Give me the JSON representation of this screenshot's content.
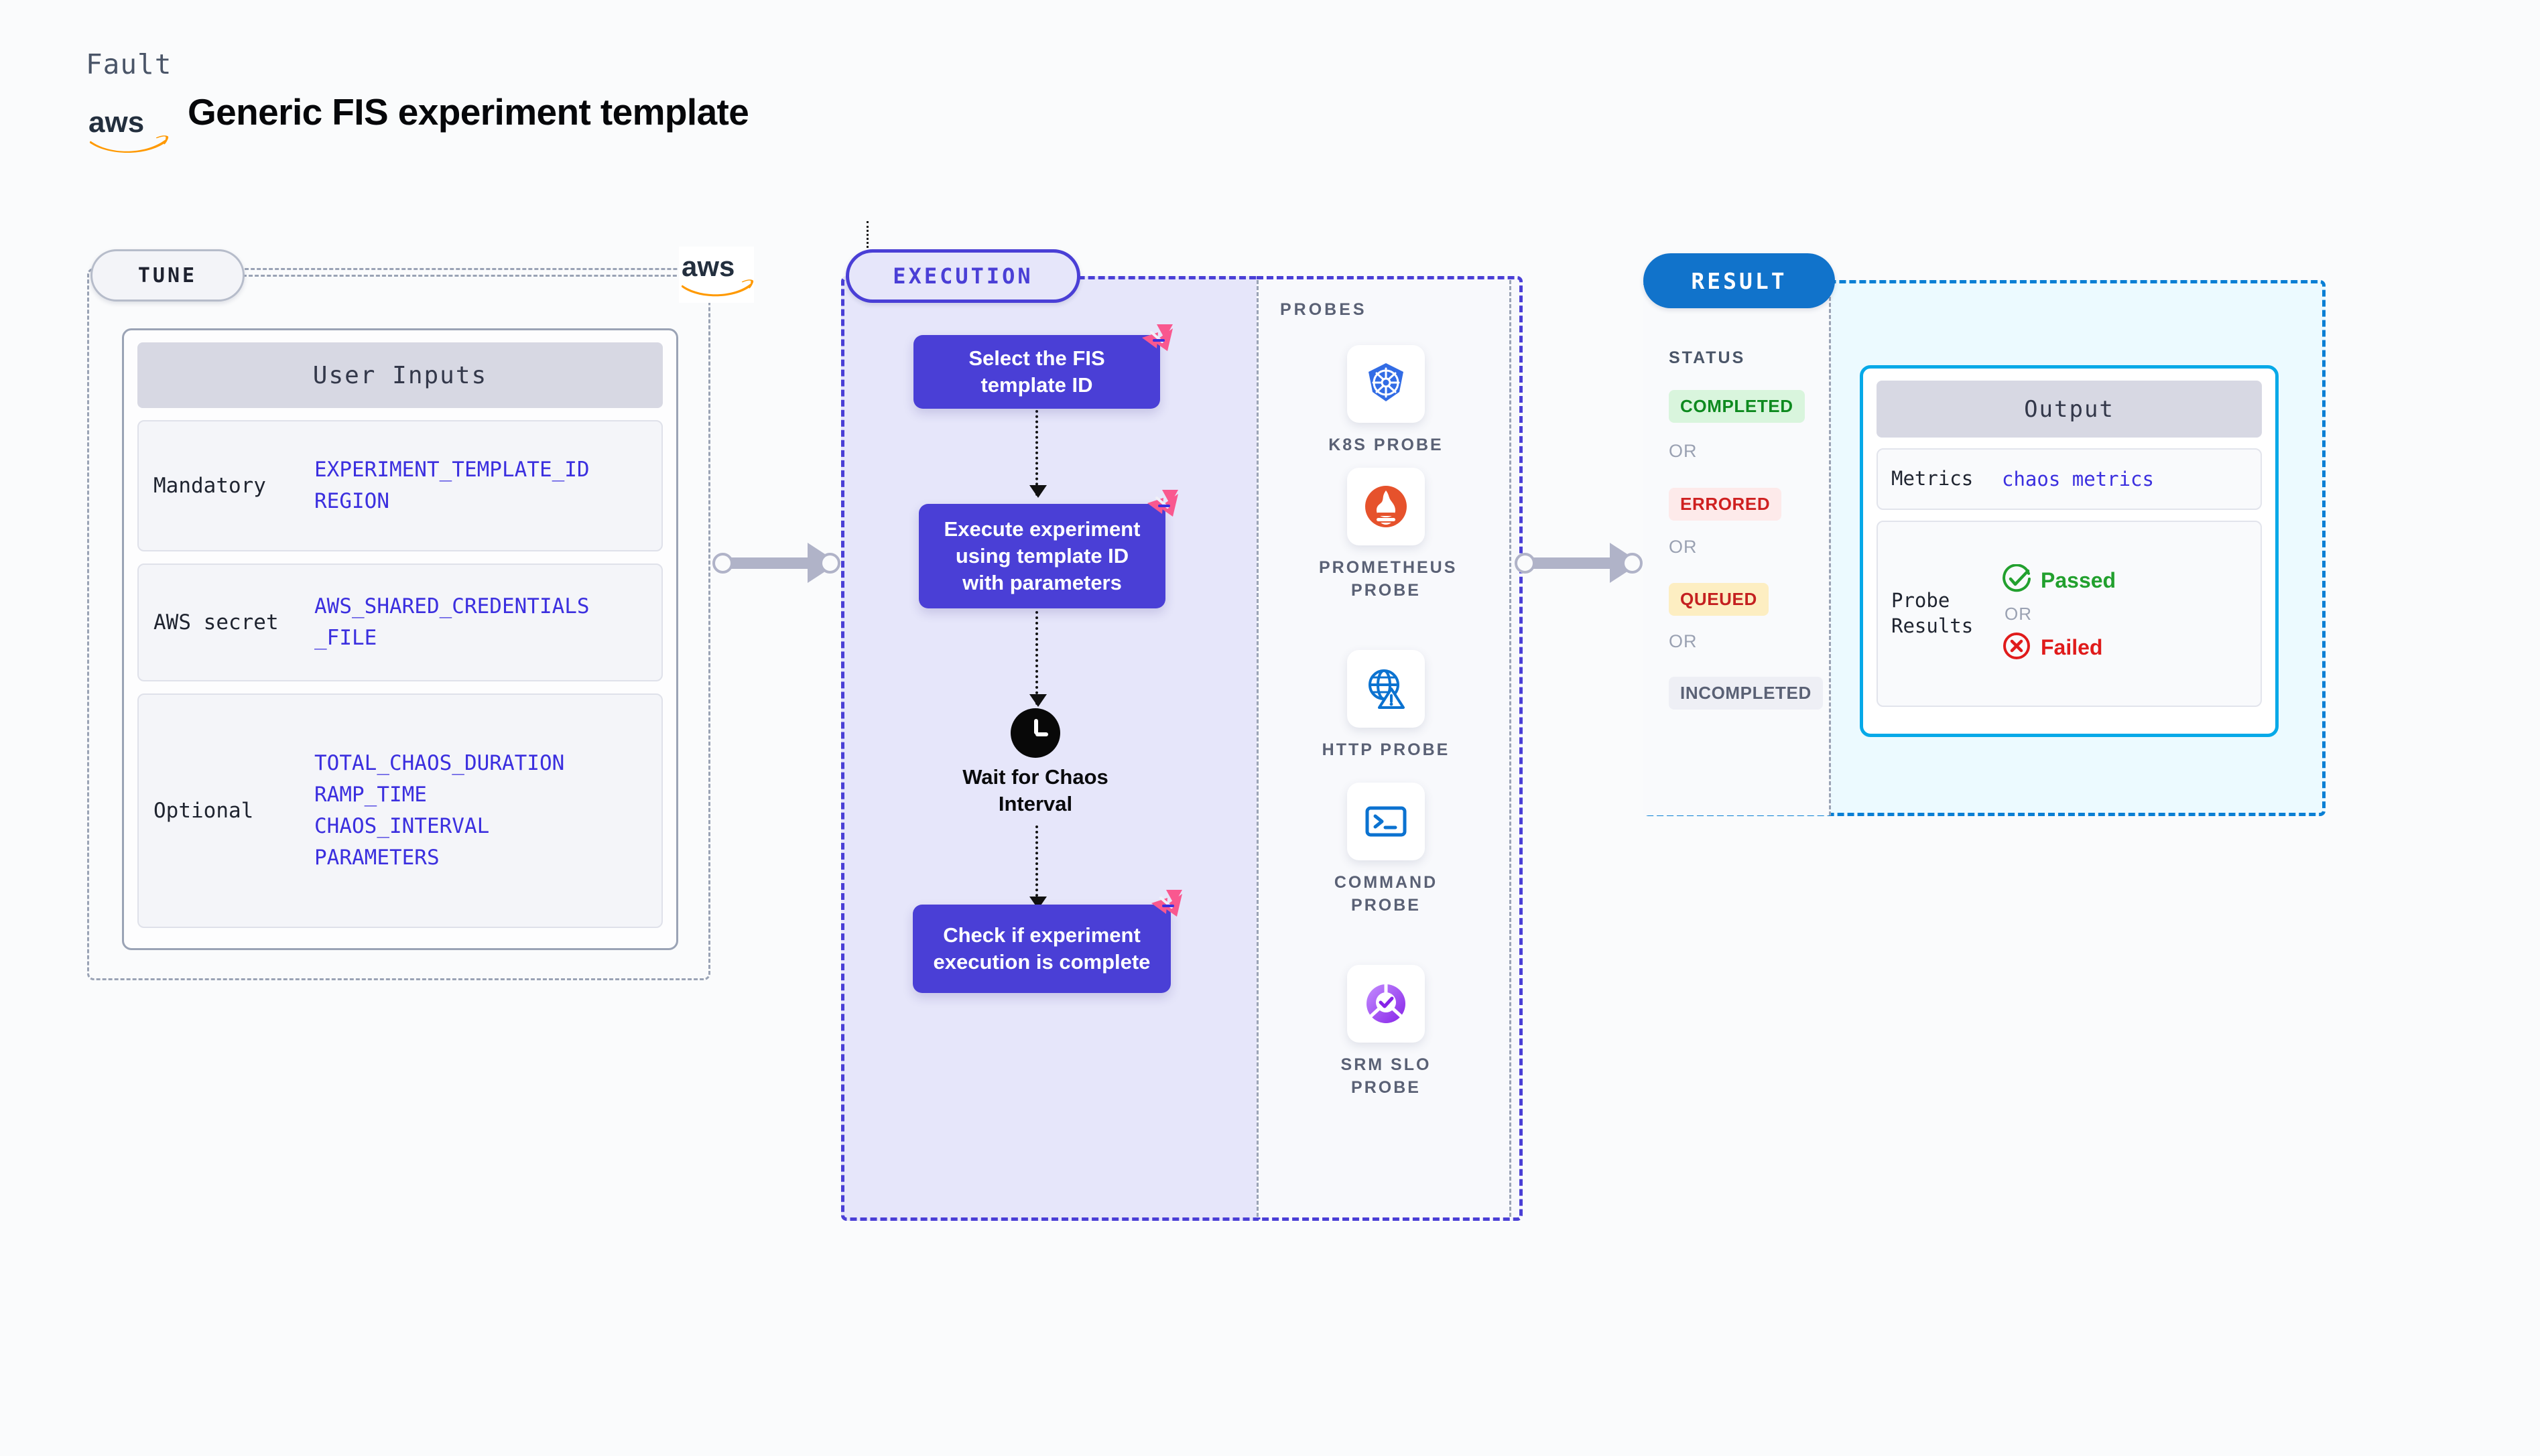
{
  "header": {
    "eyebrow": "Fault",
    "title": "Generic FIS experiment template",
    "logo_icon": "aws-logo-icon"
  },
  "tune": {
    "pill_label": "TUNE",
    "aws_badge_icon": "aws-logo-icon",
    "user_inputs": {
      "card_title": "User Inputs",
      "rows": [
        {
          "label": "Mandatory",
          "values": [
            "EXPERIMENT_TEMPLATE_ID",
            "REGION"
          ]
        },
        {
          "label": "AWS secret",
          "values": [
            "AWS_SHARED_CREDENTIALS",
            "_FILE"
          ]
        },
        {
          "label": "Optional",
          "values": [
            "TOTAL_CHAOS_DURATION",
            "RAMP_TIME",
            "CHAOS_INTERVAL",
            "PARAMETERS"
          ]
        }
      ]
    }
  },
  "execution": {
    "pill_label": "EXECUTION",
    "nodes": [
      {
        "text": "Select the FIS template ID",
        "badge": "shuriken-icon"
      },
      {
        "text": "Execute experiment using template ID with parameters",
        "badge": "shuriken-icon"
      },
      {
        "text": "Check if experiment execution is complete",
        "badge": "shuriken-icon"
      }
    ],
    "wait_step": {
      "icon": "clock-icon",
      "label": "Wait for Chaos Interval"
    },
    "probes_title": "PROBES",
    "probes": [
      {
        "name": "K8S PROBE",
        "icon": "kubernetes-icon"
      },
      {
        "name": "PROMETHEUS PROBE",
        "icon": "prometheus-icon"
      },
      {
        "name": "HTTP PROBE",
        "icon": "http-globe-alert-icon"
      },
      {
        "name": "COMMAND PROBE",
        "icon": "terminal-icon"
      },
      {
        "name": "SRM SLO PROBE",
        "icon": "srm-slo-icon"
      }
    ]
  },
  "result": {
    "pill_label": "RESULT",
    "status_title": "STATUS",
    "or_label": "OR",
    "statuses": [
      {
        "label": "COMPLETED",
        "bg": "#d9f5dd",
        "fg": "#0e8a1f"
      },
      {
        "label": "ERRORED",
        "bg": "#fdeaea",
        "fg": "#cf2020"
      },
      {
        "label": "QUEUED",
        "bg": "#fdeec2",
        "fg": "#c42020"
      },
      {
        "label": "INCOMPLETED",
        "bg": "#eeeff5",
        "fg": "#5a6175"
      }
    ],
    "output": {
      "card_title": "Output",
      "metrics_label": "Metrics",
      "metrics_value": "chaos metrics",
      "probe_results_label": "Probe Results",
      "passed_label": "Passed",
      "failed_label": "Failed",
      "or_label": "OR",
      "passed_icon": "check-circle-icon",
      "failed_icon": "x-circle-icon"
    }
  },
  "colors": {
    "purple": "#4a3fd6",
    "purple_panel": "#e6e6fa",
    "blue": "#1173cb",
    "cyan": "#06a9e8",
    "result_panel": "#ecfaff",
    "pink": "#f9588f",
    "green": "#22a02e",
    "red": "#e01b1b",
    "arrow_gray": "#b0b3c8",
    "canvas": "#fafbfc"
  }
}
